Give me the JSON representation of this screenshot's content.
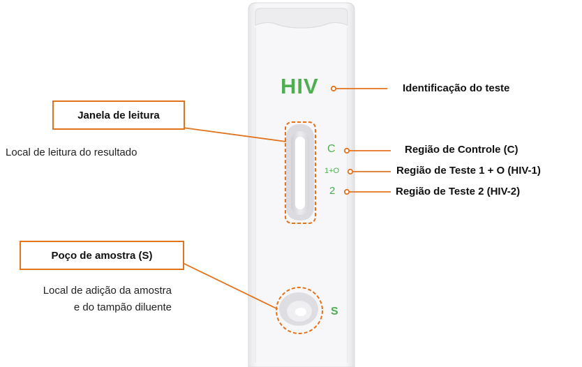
{
  "strip": {
    "brand": "HIV",
    "marks": {
      "control": "C",
      "test1": "1+O",
      "test2": "2",
      "sample": "S"
    }
  },
  "callouts": {
    "reading_window": {
      "title": "Janela de leitura",
      "description": "Local de leitura do resultado"
    },
    "sample_well": {
      "title": "Poço de amostra (S)",
      "description_line1": "Local de adição da amostra",
      "description_line2": "e do tampão diluente"
    }
  },
  "labels": {
    "test_id": "Identificação do teste",
    "control_region": "Região de Controle (C)",
    "test_region_1": "Região de Teste 1 + O (HIV-1)",
    "test_region_2": "Região de Teste 2 (HIV-2)"
  },
  "colors": {
    "accent": "#e2731d",
    "brand_green": "#4caf50",
    "strip": "#f4f4f6"
  }
}
